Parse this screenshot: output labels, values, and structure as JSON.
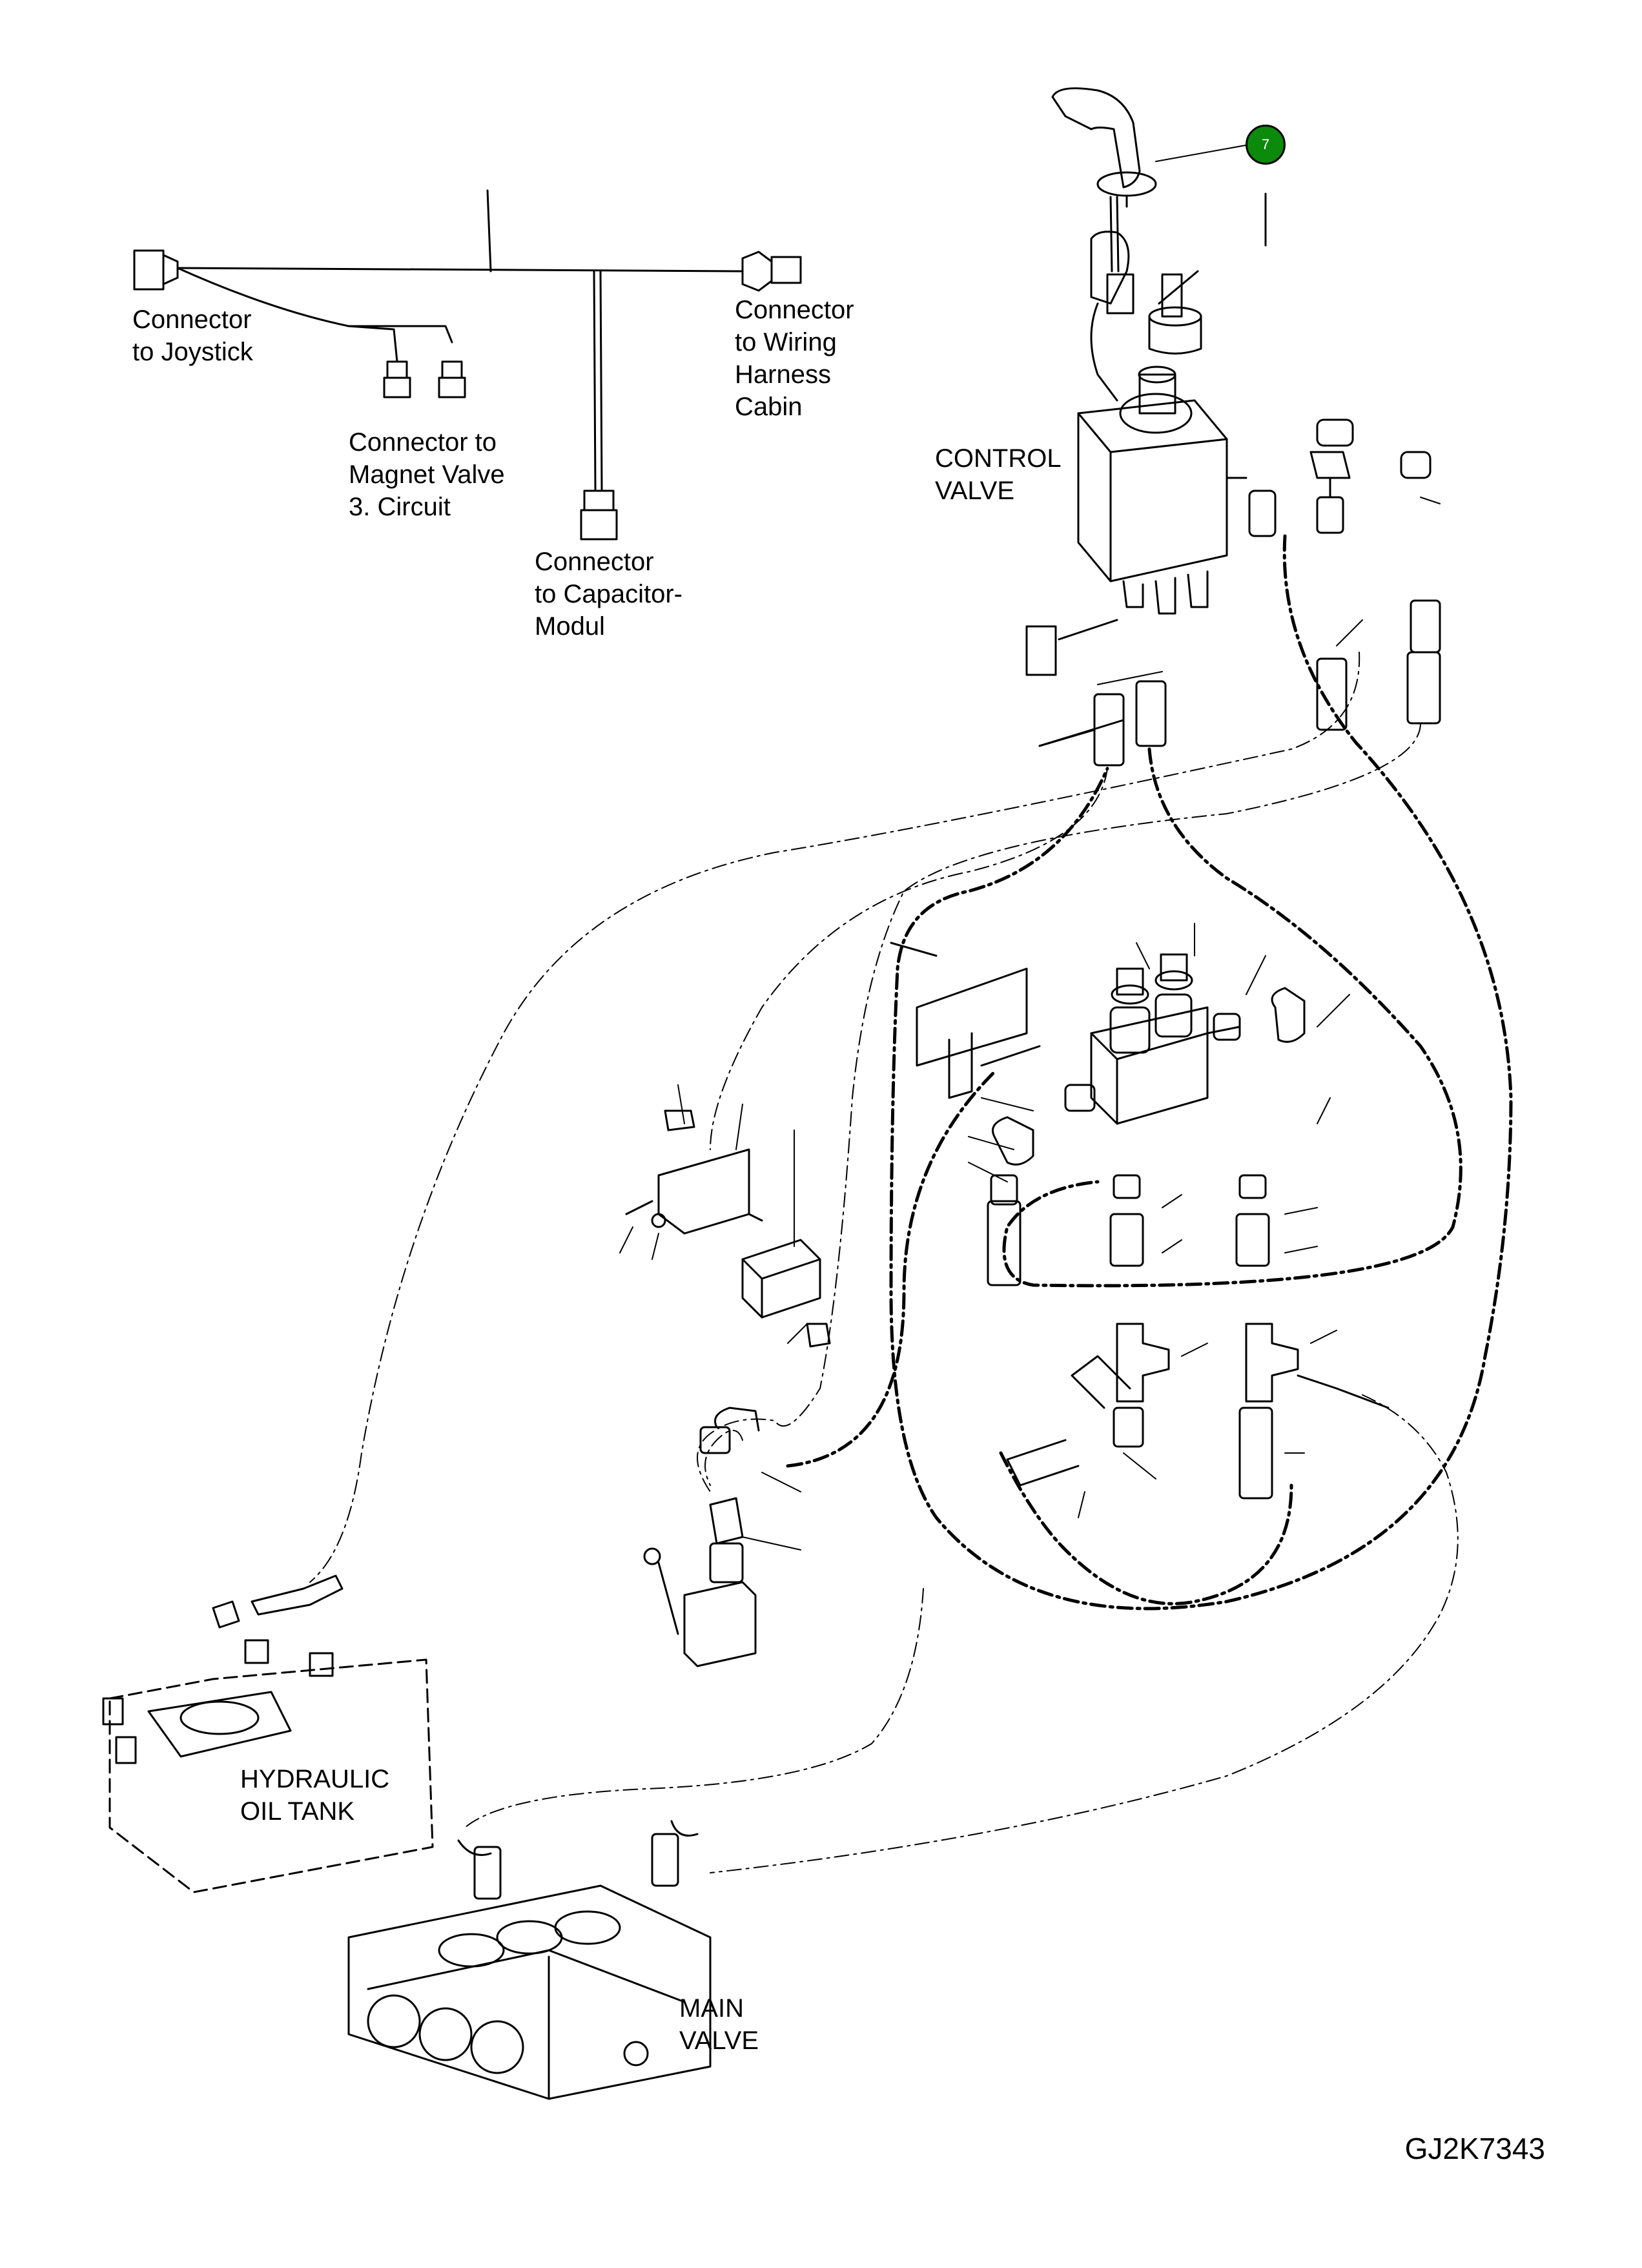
{
  "labels": {
    "connector_joystick": [
      "Connector",
      "to Joystick"
    ],
    "connector_wiring": [
      "Connector",
      "to Wiring",
      "Harness",
      "Cabin"
    ],
    "connector_magnet": [
      "Connector to",
      "Magnet Valve",
      "3. Circuit"
    ],
    "connector_capacitor": [
      "Connector",
      "to Capacitor-",
      "Modul"
    ],
    "control_valve": [
      "CONTROL",
      "VALVE"
    ],
    "hydraulic_tank": [
      "HYDRAULIC",
      "OIL TANK"
    ],
    "main_valve": [
      "MAIN",
      "VALVE"
    ]
  },
  "callout_number": "7",
  "drawing_code": "GJ2K7343",
  "colors": {
    "callout_fill": "#0b8a0b",
    "line": "#000000"
  }
}
